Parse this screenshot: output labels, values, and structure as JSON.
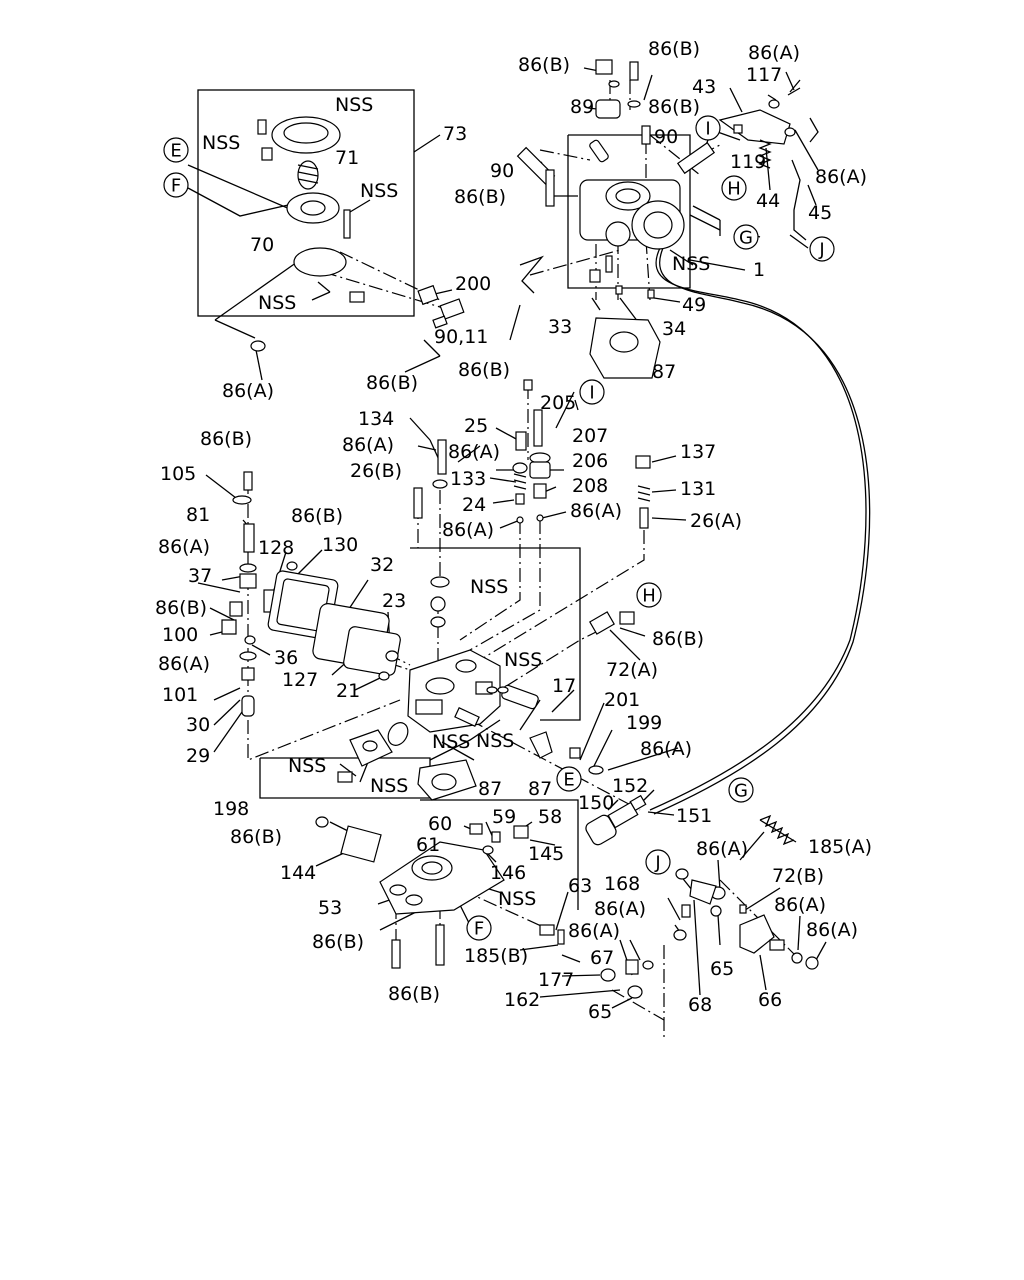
{
  "diagram": {
    "labels": [
      {
        "id": "l-nss-a",
        "text": "NSS"
      },
      {
        "id": "l-nss-b",
        "text": "NSS"
      },
      {
        "id": "l-71",
        "text": "71"
      },
      {
        "id": "l-nss-c",
        "text": "NSS"
      },
      {
        "id": "l-73",
        "text": "73"
      },
      {
        "id": "l-70",
        "text": "70"
      },
      {
        "id": "l-nss-d",
        "text": "NSS"
      },
      {
        "id": "l-200",
        "text": "200"
      },
      {
        "id": "l-9011",
        "text": "90,11"
      },
      {
        "id": "l-86b-a",
        "text": "86(B)"
      },
      {
        "id": "l-86a-a",
        "text": "86(A)"
      },
      {
        "id": "l-86b-b",
        "text": "86(B)"
      },
      {
        "id": "l-86b-c",
        "text": "86(B)"
      },
      {
        "id": "l-86a-b",
        "text": "86(A)"
      },
      {
        "id": "l-89",
        "text": "89"
      },
      {
        "id": "l-86b-d",
        "text": "86(B)"
      },
      {
        "id": "l-43",
        "text": "43"
      },
      {
        "id": "l-117",
        "text": "117"
      },
      {
        "id": "l-90a",
        "text": "90"
      },
      {
        "id": "l-90b",
        "text": "90"
      },
      {
        "id": "l-119",
        "text": "119"
      },
      {
        "id": "l-86a-c",
        "text": "86(A)"
      },
      {
        "id": "l-86b-e",
        "text": "86(B)"
      },
      {
        "id": "l-44",
        "text": "44"
      },
      {
        "id": "l-45",
        "text": "45"
      },
      {
        "id": "l-nss-e",
        "text": "NSS"
      },
      {
        "id": "l-1",
        "text": "1"
      },
      {
        "id": "l-49",
        "text": "49"
      },
      {
        "id": "l-33",
        "text": "33"
      },
      {
        "id": "l-34",
        "text": "34"
      },
      {
        "id": "l-87a",
        "text": "87"
      },
      {
        "id": "l-86b-f",
        "text": "86(B)"
      },
      {
        "id": "l-205",
        "text": "205"
      },
      {
        "id": "l-134",
        "text": "134"
      },
      {
        "id": "l-25",
        "text": "25"
      },
      {
        "id": "l-86a-d",
        "text": "86(A)"
      },
      {
        "id": "l-86a-e",
        "text": "86(A)"
      },
      {
        "id": "l-207",
        "text": "207"
      },
      {
        "id": "l-206",
        "text": "206"
      },
      {
        "id": "l-26b",
        "text": "26(B)"
      },
      {
        "id": "l-133",
        "text": "133"
      },
      {
        "id": "l-208",
        "text": "208"
      },
      {
        "id": "l-24",
        "text": "24"
      },
      {
        "id": "l-86a-f",
        "text": "86(A)"
      },
      {
        "id": "l-86a-g",
        "text": "86(A)"
      },
      {
        "id": "l-137",
        "text": "137"
      },
      {
        "id": "l-131",
        "text": "131"
      },
      {
        "id": "l-26a",
        "text": "26(A)"
      },
      {
        "id": "l-86b-g",
        "text": "86(B)"
      },
      {
        "id": "l-105",
        "text": "105"
      },
      {
        "id": "l-81",
        "text": "81"
      },
      {
        "id": "l-86b-h",
        "text": "86(B)"
      },
      {
        "id": "l-86a-h",
        "text": "86(A)"
      },
      {
        "id": "l-128",
        "text": "128"
      },
      {
        "id": "l-130",
        "text": "130"
      },
      {
        "id": "l-37",
        "text": "37"
      },
      {
        "id": "l-32",
        "text": "32"
      },
      {
        "id": "l-86b-i",
        "text": "86(B)"
      },
      {
        "id": "l-100",
        "text": "100"
      },
      {
        "id": "l-23",
        "text": "23"
      },
      {
        "id": "l-nss-f",
        "text": "NSS"
      },
      {
        "id": "l-86a-i",
        "text": "86(A)"
      },
      {
        "id": "l-36",
        "text": "36"
      },
      {
        "id": "l-127",
        "text": "127"
      },
      {
        "id": "l-21",
        "text": "21"
      },
      {
        "id": "l-101",
        "text": "101"
      },
      {
        "id": "l-30",
        "text": "30"
      },
      {
        "id": "l-29",
        "text": "29"
      },
      {
        "id": "l-86b-j",
        "text": "86(B)"
      },
      {
        "id": "l-72a",
        "text": "72(A)"
      },
      {
        "id": "l-nss-g",
        "text": "NSS"
      },
      {
        "id": "l-17",
        "text": "17"
      },
      {
        "id": "l-201",
        "text": "201"
      },
      {
        "id": "l-199",
        "text": "199"
      },
      {
        "id": "l-86a-j",
        "text": "86(A)"
      },
      {
        "id": "l-nss-h",
        "text": "NSS"
      },
      {
        "id": "l-nss-i",
        "text": "NSS"
      },
      {
        "id": "l-nss-j",
        "text": "NSS"
      },
      {
        "id": "l-nss-k",
        "text": "NSS"
      },
      {
        "id": "l-87b",
        "text": "87"
      },
      {
        "id": "l-87c",
        "text": "87"
      },
      {
        "id": "l-198",
        "text": "198"
      },
      {
        "id": "l-152",
        "text": "152"
      },
      {
        "id": "l-150",
        "text": "150"
      },
      {
        "id": "l-151",
        "text": "151"
      },
      {
        "id": "l-86b-k",
        "text": "86(B)"
      },
      {
        "id": "l-60",
        "text": "60"
      },
      {
        "id": "l-59",
        "text": "59"
      },
      {
        "id": "l-58",
        "text": "58"
      },
      {
        "id": "l-61",
        "text": "61"
      },
      {
        "id": "l-145",
        "text": "145"
      },
      {
        "id": "l-146",
        "text": "146"
      },
      {
        "id": "l-144",
        "text": "144"
      },
      {
        "id": "l-185a",
        "text": "185(A)"
      },
      {
        "id": "l-nss-l",
        "text": "NSS"
      },
      {
        "id": "l-53",
        "text": "53"
      },
      {
        "id": "l-63",
        "text": "63"
      },
      {
        "id": "l-168",
        "text": "168"
      },
      {
        "id": "l-86a-k",
        "text": "86(A)"
      },
      {
        "id": "l-72b",
        "text": "72(B)"
      },
      {
        "id": "l-86a-l",
        "text": "86(A)"
      },
      {
        "id": "l-86a-m",
        "text": "86(A)"
      },
      {
        "id": "l-86a-n",
        "text": "86(A)"
      },
      {
        "id": "l-86a-o",
        "text": "86(A)"
      },
      {
        "id": "l-86b-l",
        "text": "86(B)"
      },
      {
        "id": "l-185b",
        "text": "185(B)"
      },
      {
        "id": "l-67",
        "text": "67"
      },
      {
        "id": "l-65a",
        "text": "65"
      },
      {
        "id": "l-177",
        "text": "177"
      },
      {
        "id": "l-86b-m",
        "text": "86(B)"
      },
      {
        "id": "l-162",
        "text": "162"
      },
      {
        "id": "l-68",
        "text": "68"
      },
      {
        "id": "l-66",
        "text": "66"
      },
      {
        "id": "l-65b",
        "text": "65"
      }
    ],
    "callouts": [
      {
        "id": "c-e1",
        "letter": "E"
      },
      {
        "id": "c-f1",
        "letter": "F"
      },
      {
        "id": "c-i1",
        "letter": "I"
      },
      {
        "id": "c-h1",
        "letter": "H"
      },
      {
        "id": "c-g1",
        "letter": "G"
      },
      {
        "id": "c-j1",
        "letter": "J"
      },
      {
        "id": "c-i2",
        "letter": "I"
      },
      {
        "id": "c-h2",
        "letter": "H"
      },
      {
        "id": "c-e2",
        "letter": "E"
      },
      {
        "id": "c-g2",
        "letter": "G"
      },
      {
        "id": "c-j2",
        "letter": "J"
      },
      {
        "id": "c-f2",
        "letter": "F"
      }
    ]
  }
}
